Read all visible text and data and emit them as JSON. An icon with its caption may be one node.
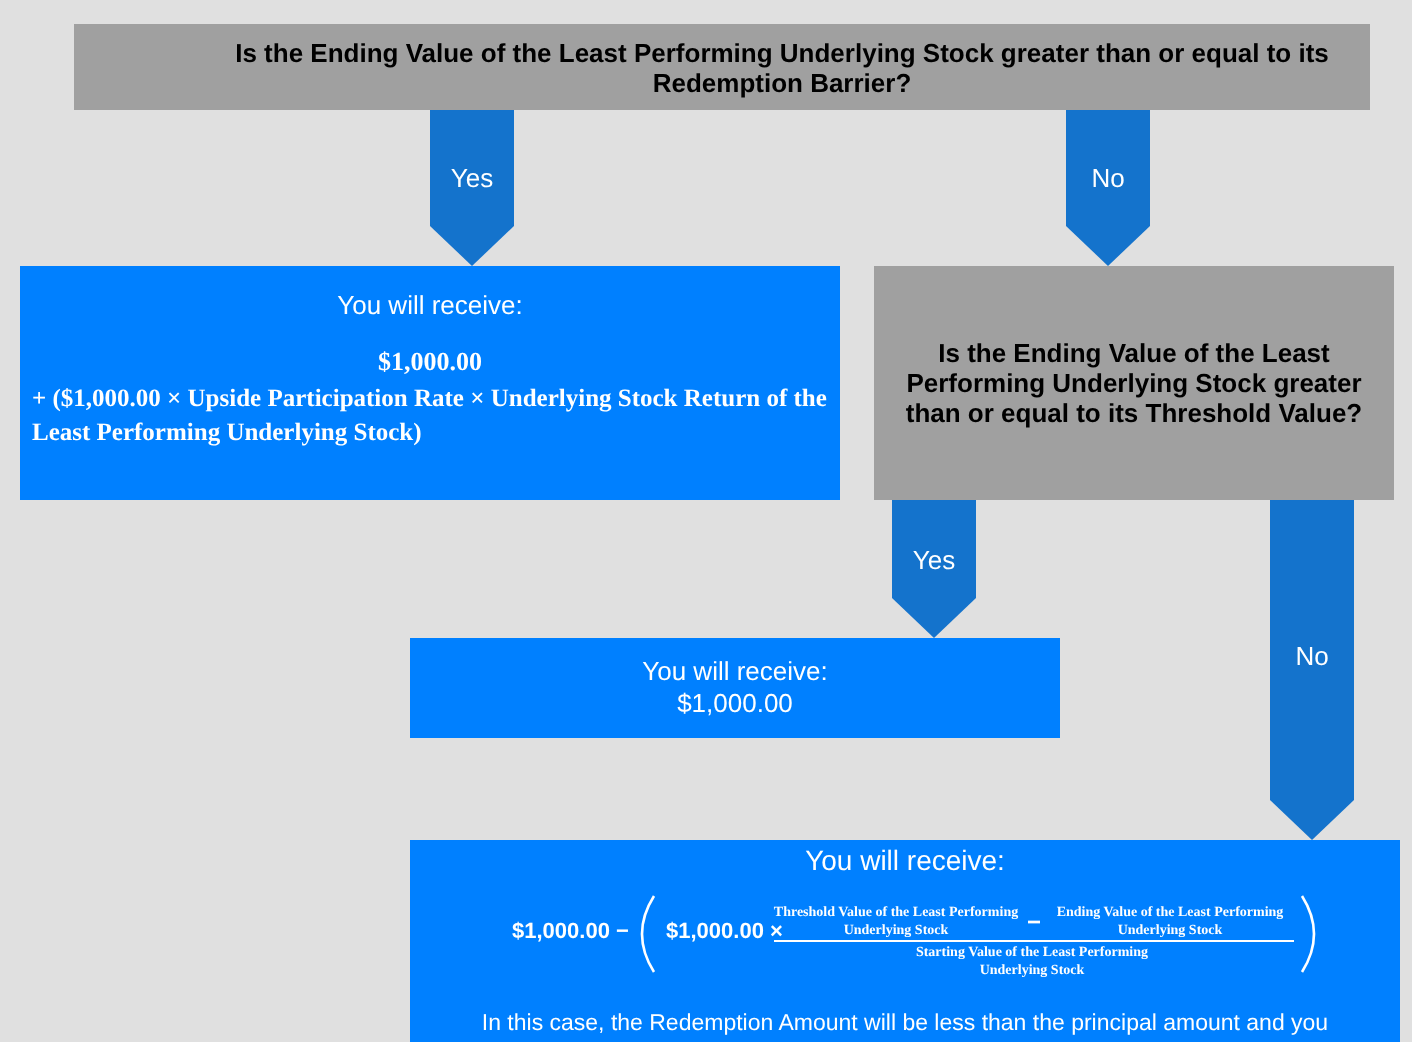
{
  "diagram": {
    "nodes": [
      {
        "text": [
          "Is the Ending Value of the Least Performing Underlying Stock greater than or equal to its Redemption Barrier?"
        ]
      },
      {
        "text": [
          "You will receive:",
          "$1,000.00",
          "+ ($1,000.00 × Upside Participation Rate × Underlying Stock Return of the Least Performing Underlying Stock)"
        ]
      },
      {
        "text": [
          "Is the Ending Value of the Least Performing Underlying Stock greater than or equal to its Threshold Value?"
        ]
      },
      {
        "text": [
          "You will receive:",
          "$1,000.00"
        ]
      },
      {
        "text": [
          "You will receive:",
          "$1,000.00 −",
          "$1,000.00 ×",
          "Threshold Value of the Least Performing Underlying Stock",
          "−",
          "Ending Value of the Least Performing Underlying Stock",
          "Starting Value of the Least Performing Underlying Stock",
          "In this case, the Redemption Amount will be less than the principal amount and you"
        ]
      }
    ],
    "edges": [
      {
        "from": 0,
        "to": 1,
        "arrow": "to",
        "label": "Yes"
      },
      {
        "from": 0,
        "to": 2,
        "arrow": "to",
        "label": "No"
      },
      {
        "from": 2,
        "to": 3,
        "arrow": "to",
        "label": "Yes"
      },
      {
        "from": 2,
        "to": 4,
        "arrow": "to",
        "label": "No"
      }
    ]
  }
}
